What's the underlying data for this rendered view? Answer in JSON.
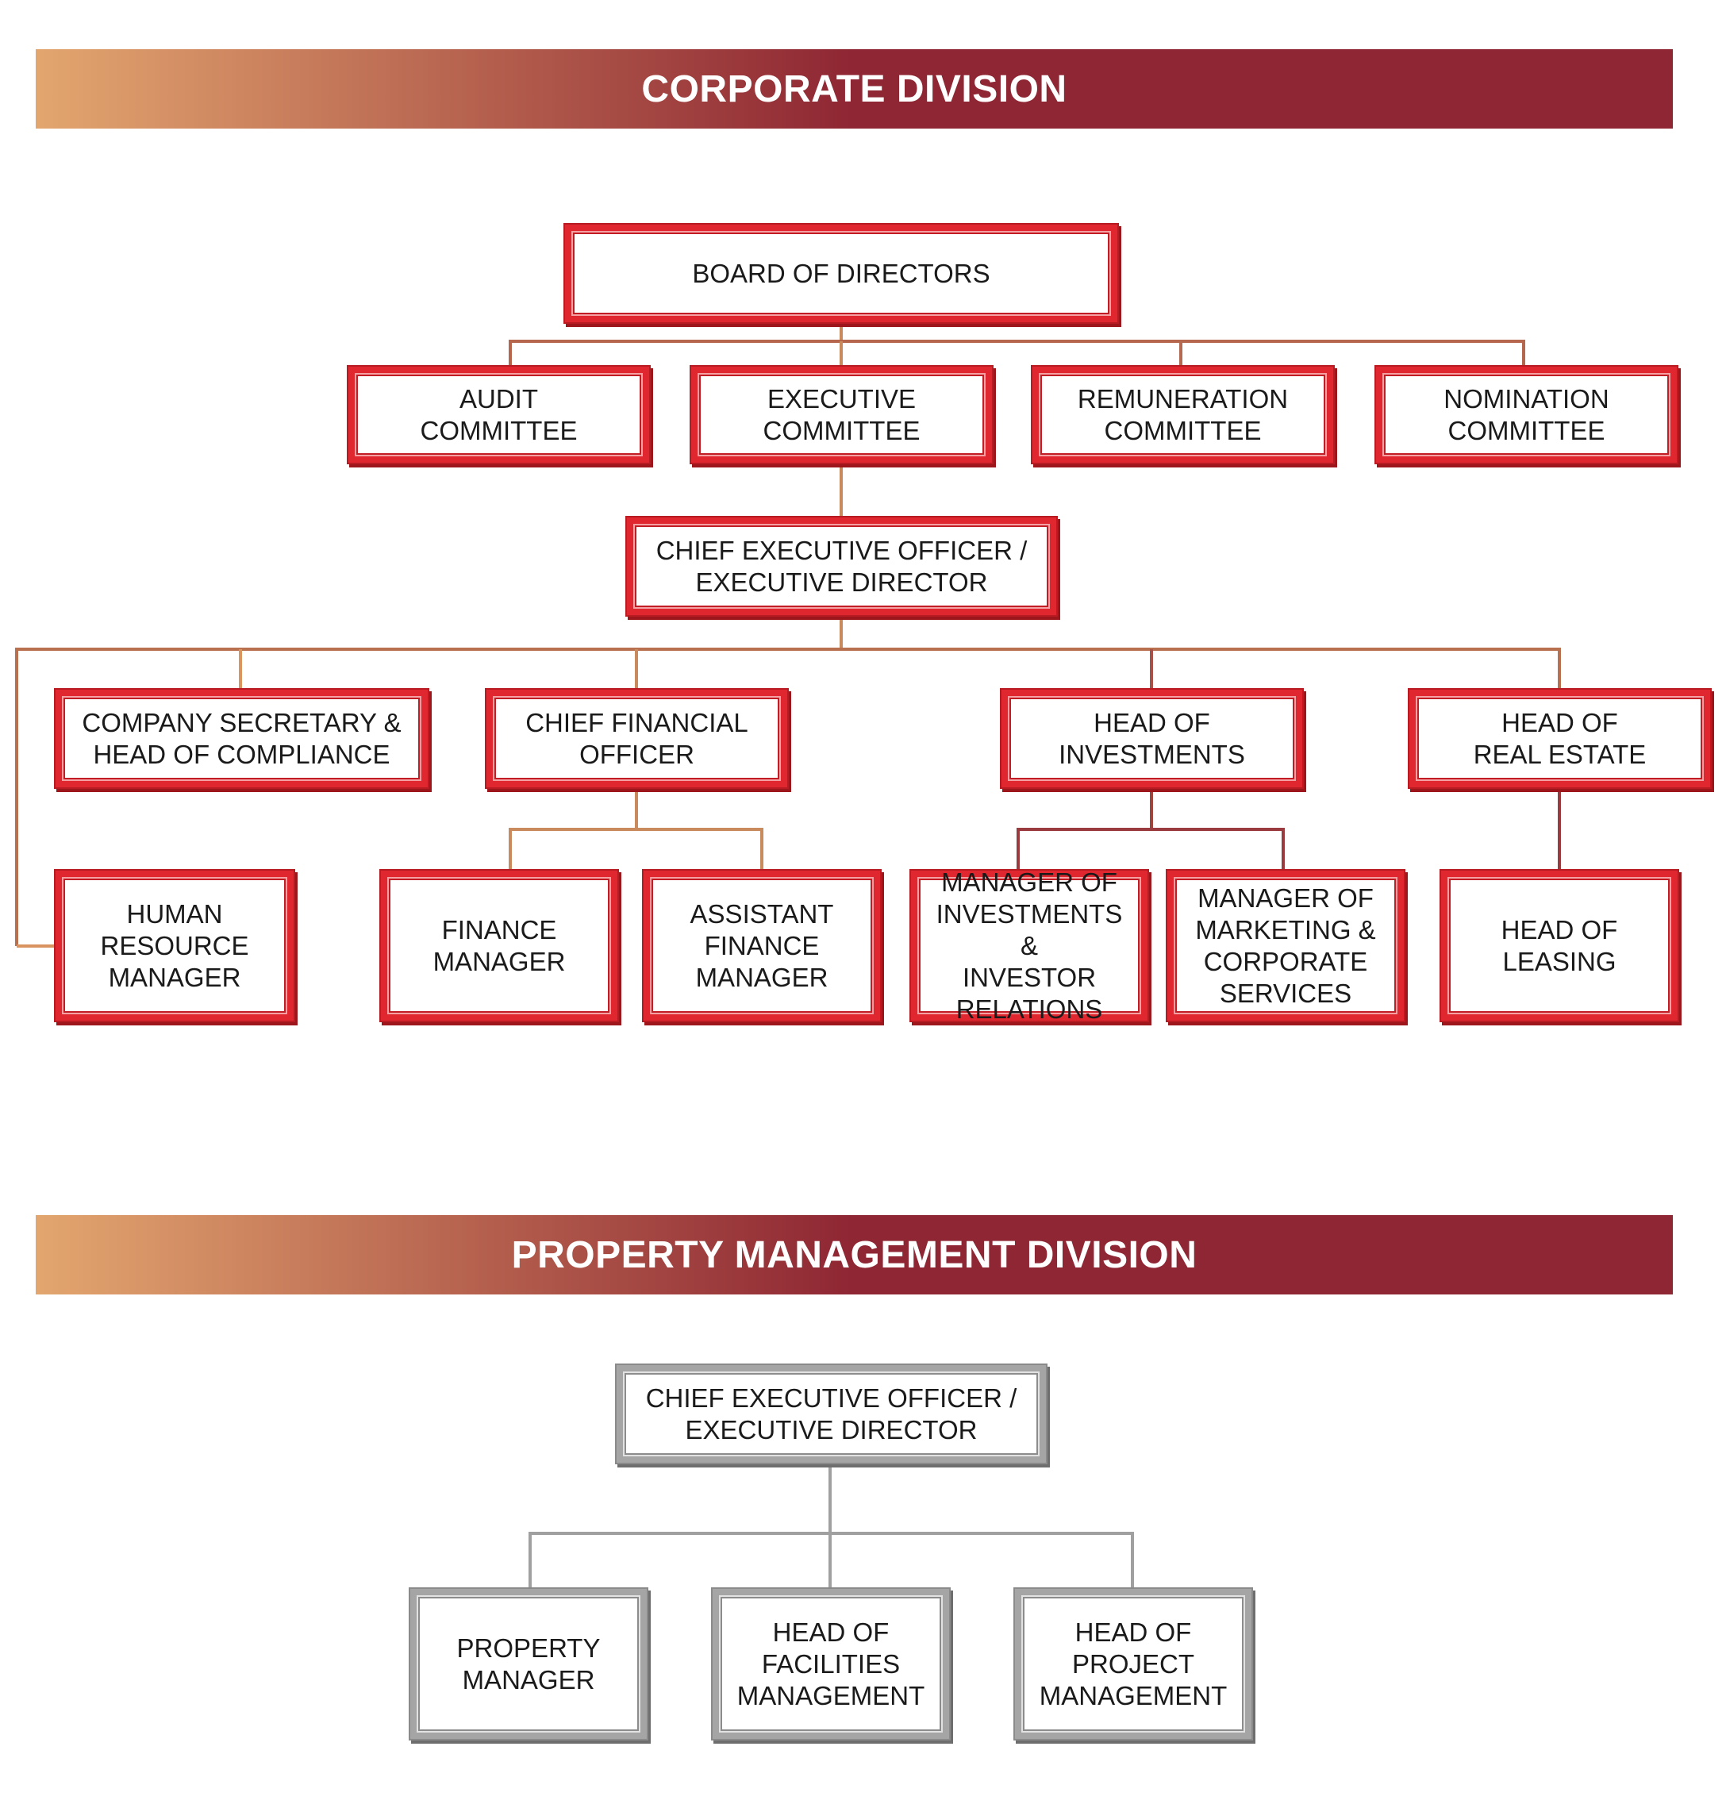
{
  "colors": {
    "banner_gradient_start": "#e3a66f",
    "banner_gradient_end": "#8e2633",
    "corporate_box_border": "#e0262e",
    "property_box_border": "#a5a5a5",
    "connector_warm": "#c98a5e",
    "connector_dark": "#9a3b3f",
    "connector_grey": "#a0a0a0"
  },
  "corporate": {
    "banner_title": "CORPORATE DIVISION",
    "nodes": {
      "board": "BOARD OF DIRECTORS",
      "audit": "AUDIT\nCOMMITTEE",
      "executive": "EXECUTIVE\nCOMMITTEE",
      "remuneration": "REMUNERATION\nCOMMITTEE",
      "nomination": "NOMINATION\nCOMMITTEE",
      "ceo": "CHIEF EXECUTIVE OFFICER /\nEXECUTIVE DIRECTOR",
      "company_secretary": "COMPANY SECRETARY &\nHEAD OF COMPLIANCE",
      "cfo": "CHIEF FINANCIAL\nOFFICER",
      "head_investments": "HEAD OF\nINVESTMENTS",
      "head_real_estate": "HEAD OF\nREAL ESTATE",
      "hr_manager": "HUMAN\nRESOURCE\nMANAGER",
      "finance_manager": "FINANCE\nMANAGER",
      "assistant_finance_manager": "ASSISTANT\nFINANCE\nMANAGER",
      "manager_investments_ir": "MANAGER OF\nINVESTMENTS &\nINVESTOR\nRELATIONS",
      "manager_marketing": "MANAGER OF\nMARKETING &\nCORPORATE\nSERVICES",
      "head_leasing": "HEAD OF\nLEASING"
    }
  },
  "property": {
    "banner_title": "PROPERTY MANAGEMENT DIVISION",
    "nodes": {
      "ceo": "CHIEF EXECUTIVE OFFICER /\nEXECUTIVE DIRECTOR",
      "property_manager": "PROPERTY\nMANAGER",
      "head_facilities": "HEAD OF\nFACILITIES\nMANAGEMENT",
      "head_project": "HEAD OF\nPROJECT\nMANAGEMENT"
    }
  }
}
